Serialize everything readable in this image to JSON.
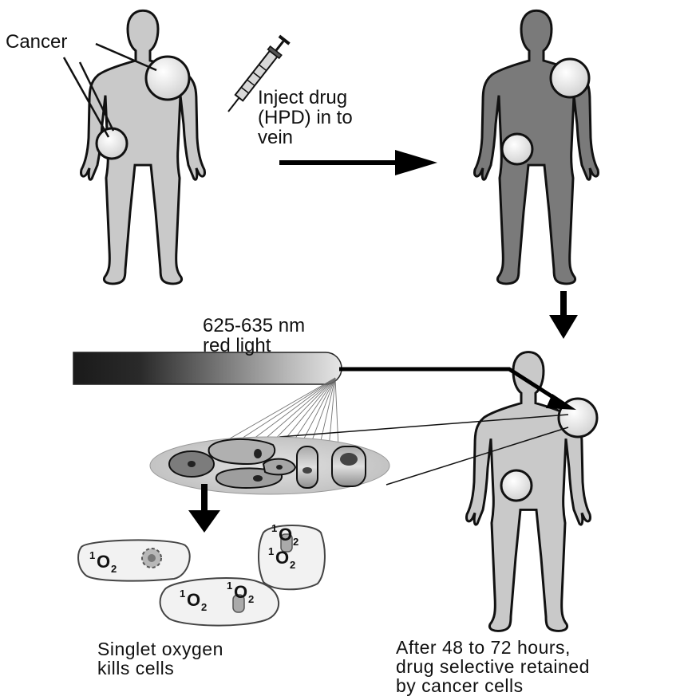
{
  "labels": {
    "cancer": "Cancer",
    "inject_line1": "Inject drug",
    "inject_line2": "(HPD) in to",
    "inject_line3": "vein",
    "light_line1": "625-635 nm",
    "light_line2": "red light",
    "singlet_line1": "Singlet oxygen",
    "singlet_line2": "kills cells",
    "after_line1": "After 48 to 72 hours,",
    "after_line2": "drug selective retained",
    "after_line3": "by cancer cells"
  },
  "oxygen": {
    "sup": "1",
    "symbol": "O",
    "sub": "2"
  },
  "colors": {
    "body_light": "#c9c9c9",
    "body_dark": "#7a7a7a",
    "tumor": "#e4e4e4",
    "outline": "#111111",
    "arrow": "#000000"
  }
}
